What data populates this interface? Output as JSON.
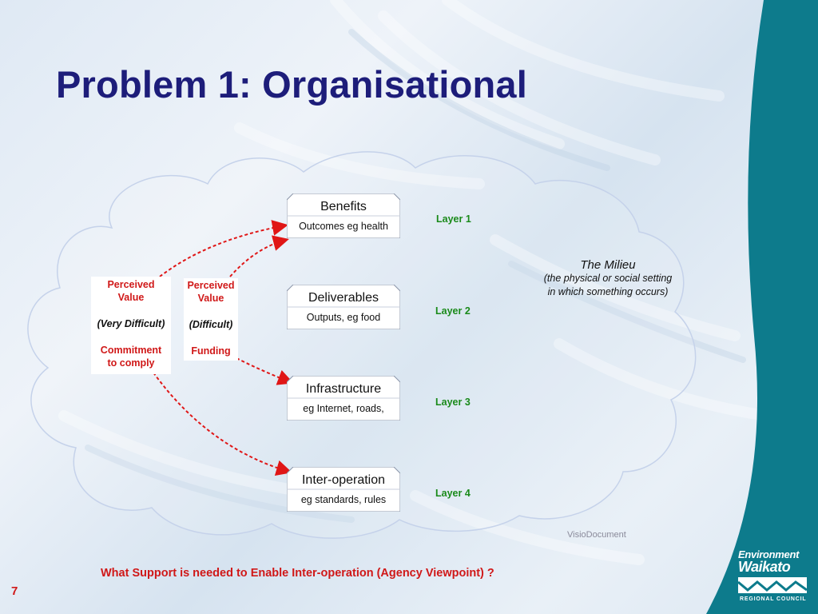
{
  "slide": {
    "title": "Problem 1: Organisational",
    "page_number": "7",
    "question": "What Support is needed to Enable Inter-operation (Agency Viewpoint) ?",
    "visio_label": "VisioDocument"
  },
  "diagram": {
    "layers": [
      {
        "title": "Benefits",
        "subtitle": "Outcomes eg health",
        "label": "Layer 1"
      },
      {
        "title": "Deliverables",
        "subtitle": "Outputs, eg food",
        "label": "Layer 2"
      },
      {
        "title": "Infrastructure",
        "subtitle": "eg Internet, roads,",
        "label": "Layer 3"
      },
      {
        "title": "Inter-operation",
        "subtitle": "eg standards, rules",
        "label": "Layer 4"
      }
    ],
    "perceived_left": {
      "line1": "Perceived",
      "line2": "Value",
      "difficulty": "(Very Difficult)",
      "action1": "Commitment",
      "action2": "to comply"
    },
    "perceived_right": {
      "line1": "Perceived",
      "line2": "Value",
      "difficulty": "(Difficult)",
      "action1": "Funding"
    },
    "milieu": {
      "title": "The Milieu",
      "description": "(the physical or social setting in which something occurs)"
    },
    "colors": {
      "title": "#1d1d7a",
      "accent_red": "#d01818",
      "layer_green": "#1a8a1a",
      "band_teal": "#0d7b8c"
    }
  },
  "logo": {
    "line1": "Environment",
    "line2": "Waikato",
    "line3": "REGIONAL COUNCIL"
  }
}
